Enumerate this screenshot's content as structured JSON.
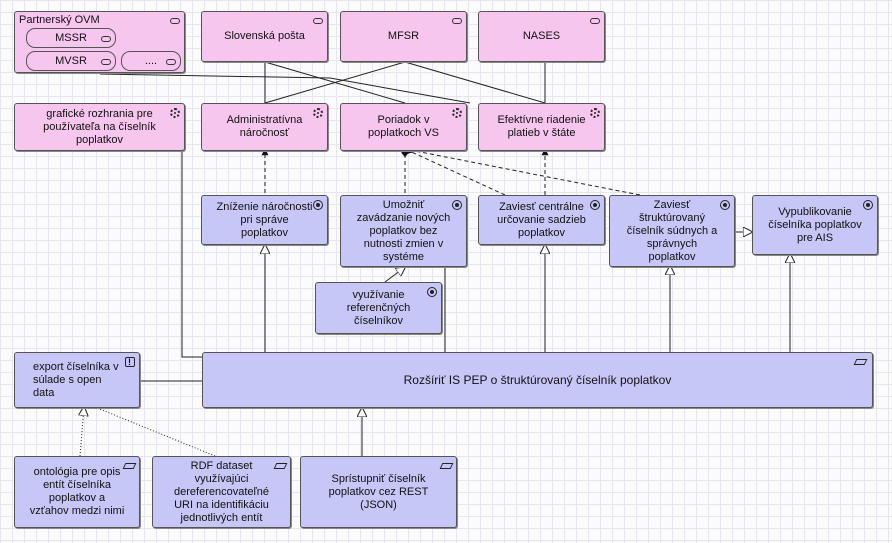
{
  "actors": {
    "partner_ovm": {
      "title": "Partnerský OVM",
      "icon": "actor-icon"
    },
    "mssr": "MSSR",
    "mvsr": "MVSR",
    "more": "....",
    "slovenska_posta": "Slovenská pošta",
    "mfsr": "MFSR",
    "nases": "NASES"
  },
  "drivers": {
    "graficke": "grafické rozhrania pre používateľa na číselník poplatkov",
    "administrativna": "Administratívna náročnosť",
    "poriadok": "Poriadok v poplatkoch VS",
    "efektivne": "Efektívne riadenie platieb v štáte"
  },
  "goals": {
    "znizenie": "Zníženie náročnosti pri správe poplatkov",
    "umoznit": "Umožniť zavádzanie nových poplatkov bez nutnosti zmien v systéme",
    "zaviest_centralne": "Zaviesť centrálne určovanie sadzieb poplatkov",
    "zaviest_strukturovany": "Zaviesť štruktúrovaný číselník súdnych a správnych poplatkov",
    "vypublikovanie": "Vypublikovanie číselníka poplatkov pre AIS",
    "vyuzivanie": "využívanie referenčných číselníkov"
  },
  "requirement": {
    "export": "export číselníka v súlade s open data"
  },
  "work_package": {
    "rozsirit": "Rozšíriť IS PEP o štruktúrovaný číselník poplatkov"
  },
  "deliverables": {
    "ontologia": "ontológia pre opis entít číselníka poplatkov a vzťahov medzi nimi",
    "rdf": "RDF dataset využívajúci dereferencovateľné URI na identifikáciu jednotlivých entít",
    "spristupnit": "Sprístupniť číselník poplatkov cez REST (JSON)"
  },
  "colors": {
    "motivation_pink": "#f7c6ef",
    "goal_blue": "#c7c7f7",
    "line": "#222222"
  }
}
